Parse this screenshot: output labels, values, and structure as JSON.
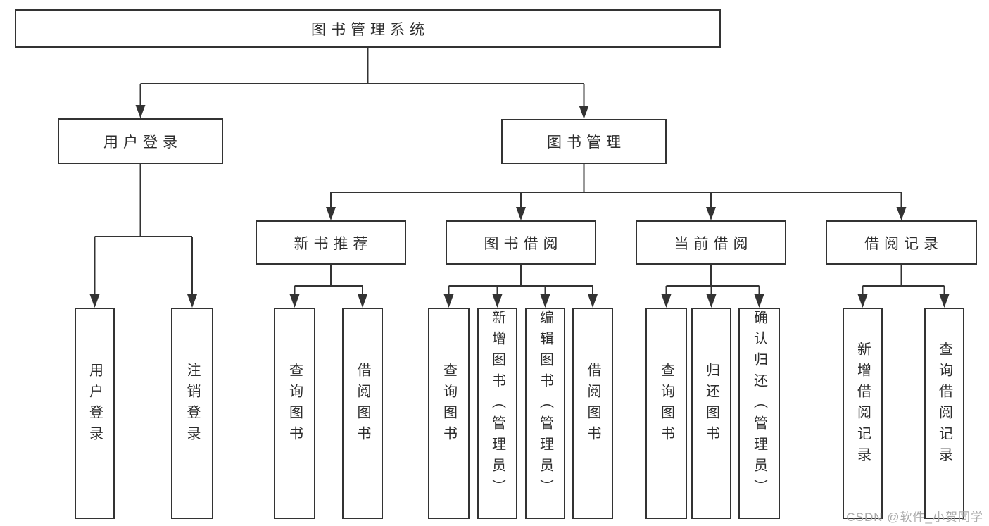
{
  "diagram": {
    "root": {
      "label": "图书管理系统"
    },
    "userLogin": {
      "label": "用户登录",
      "children": [
        {
          "label": "用户登录"
        },
        {
          "label": "注销登录"
        }
      ]
    },
    "bookMgmt": {
      "label": "图书管理",
      "groups": [
        {
          "label": "新书推荐",
          "children": [
            {
              "label": "查询图书"
            },
            {
              "label": "借阅图书"
            }
          ]
        },
        {
          "label": "图书借阅",
          "children": [
            {
              "label": "查询图书"
            },
            {
              "label": "新增图书（管理员）"
            },
            {
              "label": "编辑图书（管理员）"
            },
            {
              "label": "借阅图书"
            }
          ]
        },
        {
          "label": "当前借阅",
          "children": [
            {
              "label": "查询图书"
            },
            {
              "label": "归还图书"
            },
            {
              "label": "确认归还（管理员）"
            }
          ]
        },
        {
          "label": "借阅记录",
          "children": [
            {
              "label": "新增借阅记录"
            },
            {
              "label": "查询借阅记录"
            }
          ]
        }
      ]
    }
  },
  "watermark": {
    "text": "CSDN @软件_小贺同学"
  },
  "colors": {
    "line": "#333333",
    "text": "#2d2d2d",
    "box_background": "#ffffff",
    "watermark": "#ababab"
  }
}
